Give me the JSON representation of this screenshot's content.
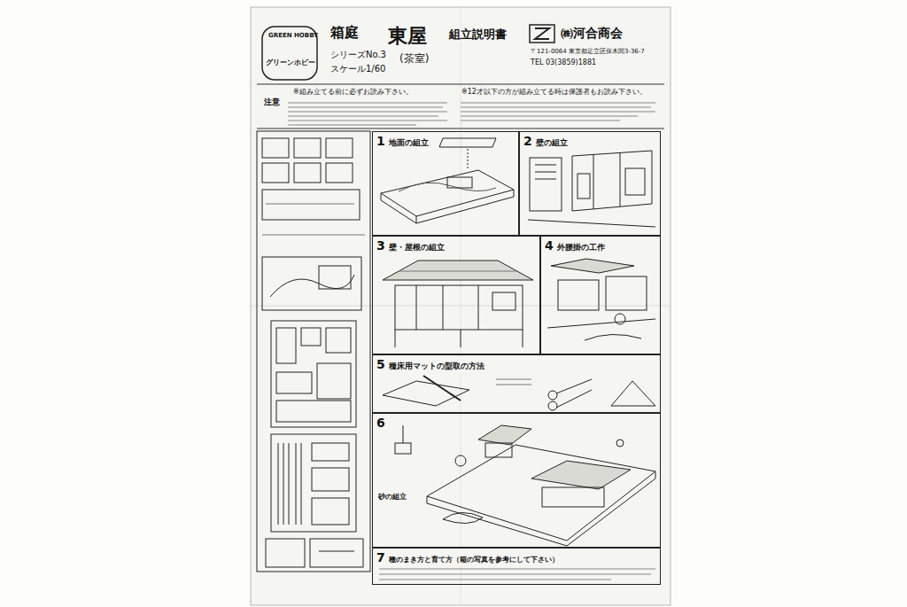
{
  "diagram": {
    "title": "東屋",
    "nodes": [
      {
        "text": [
          "1",
          "地面の組立"
        ]
      },
      {
        "text": [
          "2",
          "壁の組立"
        ]
      },
      {
        "text": [
          "3",
          "壁・屋根の組立"
        ]
      },
      {
        "text": [
          "4",
          "外腰掛の工作"
        ]
      },
      {
        "text": [
          "5",
          "種床用マットの型取の方法"
        ]
      },
      {
        "text": [
          "6"
        ]
      },
      {
        "text": [
          "7",
          "種のまき方と育て方（箱の写真を参考にして下さい）"
        ]
      }
    ],
    "labels": [
      "GREEN HOBBY",
      "グリーンホビー",
      "箱庭",
      "シリーズNo.3",
      "スケール1/60",
      "(茶室)",
      "組立説明書",
      "㈱河合商会",
      "〒121-0064 東京都足立区保木間3-36-7",
      "TEL 03(3859)1881",
      "※組み立てる前に必ずお読み下さい。",
      "※12才以下の方が組み立てる時は保護者もお読み下さい。",
      "注意",
      "砂の組立"
    ]
  }
}
